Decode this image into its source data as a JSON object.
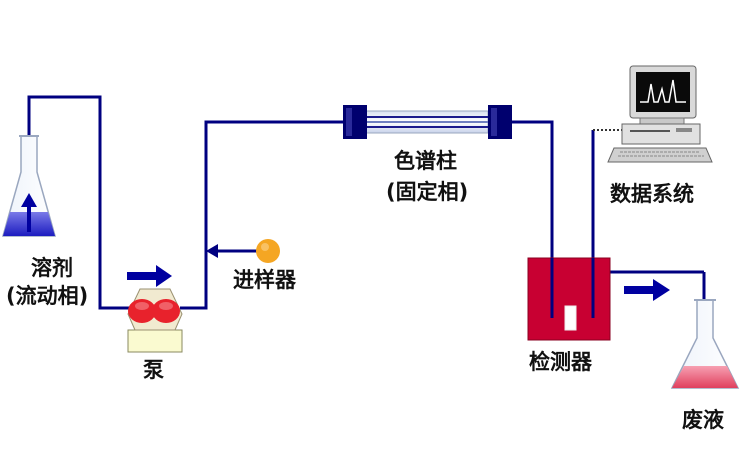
{
  "labels": {
    "solvent": "溶剂",
    "mobile_phase": "(流动相)",
    "pump": "泵",
    "injector": "进样器",
    "column": "色谱柱",
    "stationary_phase": "(固定相)",
    "detector": "检测器",
    "data_system": "数据系统",
    "waste": "废液"
  },
  "colors": {
    "tubing": "#000080",
    "arrow": "#0000a0",
    "pump_rotor": "#e8222c",
    "injector_port": "#f5a623",
    "detector_box": "#c80032",
    "column_end": "#00006e",
    "solvent_liquid": "#2323c8",
    "waste_liquid": "#e8506a"
  },
  "icons": [
    "solvent-flask-icon",
    "pump-icon",
    "injector-port-icon",
    "column-icon",
    "detector-icon",
    "computer-icon",
    "waste-flask-icon",
    "flow-arrow-icon"
  ]
}
